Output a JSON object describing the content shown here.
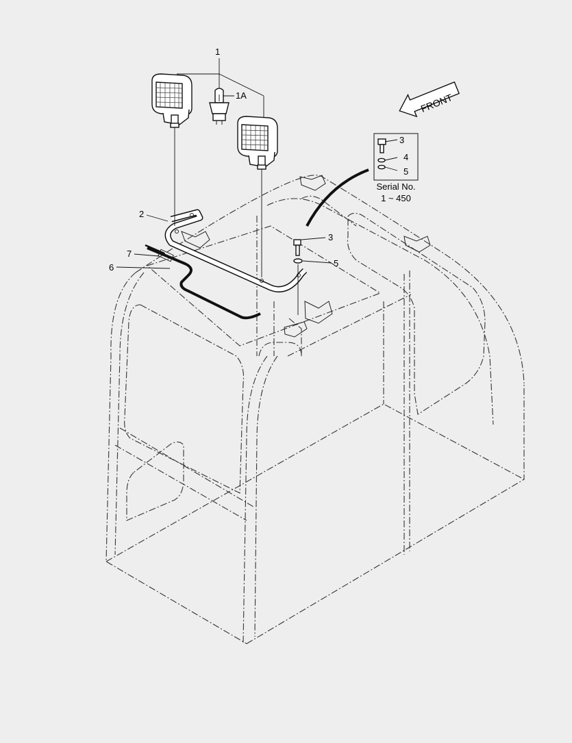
{
  "callouts": {
    "c1": "1",
    "c1a": "1A",
    "c2": "2",
    "c3_box": "3",
    "c4_box": "4",
    "c5_box": "5",
    "c3": "3",
    "c5": "5",
    "c6": "6",
    "c7": "7"
  },
  "front_label": "FRONT",
  "serial": {
    "line1": "Serial No.",
    "line2": "1 ~ 450"
  }
}
